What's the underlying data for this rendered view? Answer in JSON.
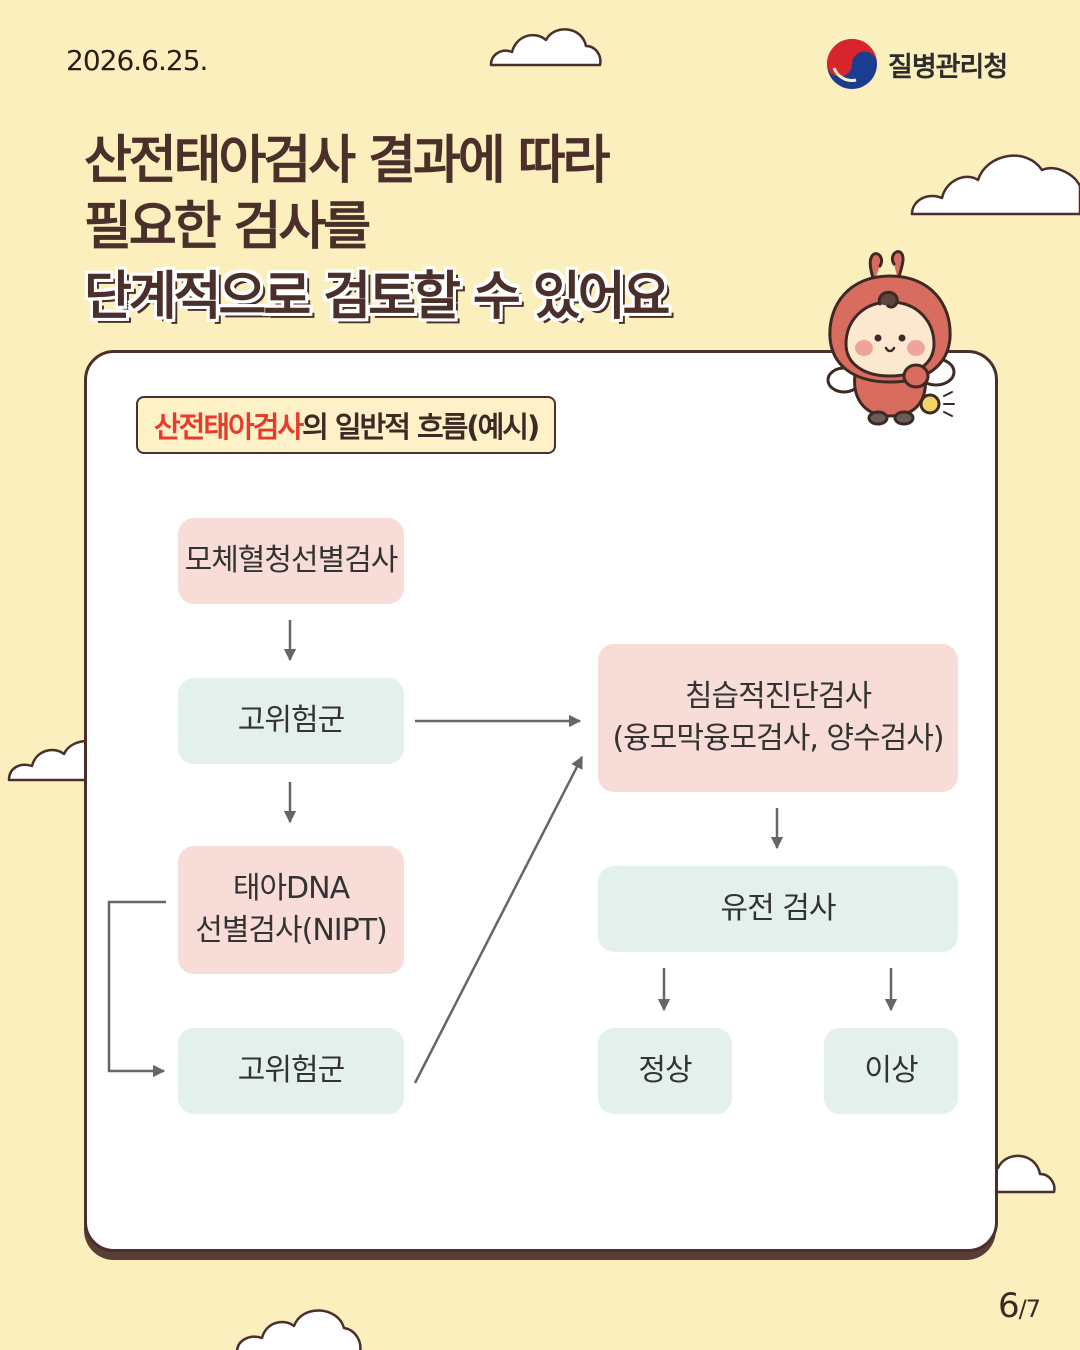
{
  "header": {
    "date": "2026.6.25.",
    "org_name": "질병관리청",
    "org_logo_icon": "taegeuk-icon"
  },
  "title": {
    "line1": "산전태아검사 결과에 따라",
    "line2": "필요한 검사를",
    "line3": "단계적으로 검토할 수 있어요"
  },
  "diagram": {
    "subtitle_accent": "산전태아검사",
    "subtitle_rest": "의 일반적 흐름(예시)",
    "nodes": {
      "maternal_serum_screening": "모체혈청선별검사",
      "high_risk_1": "고위험군",
      "nipt_line1": "태아DNA",
      "nipt_line2": "선별검사(NIPT)",
      "high_risk_2": "고위험군",
      "invasive_line1": "침습적진단검사",
      "invasive_line2": "(융모막융모검사, 양수검사)",
      "genetic_test": "유전 검사",
      "normal": "정상",
      "abnormal": "이상"
    },
    "colors": {
      "pink_node": "#f7dcd8",
      "mint_node": "#e4f0ec",
      "accent": "#e83b2b"
    }
  },
  "pagination": {
    "current": "6",
    "total": "/7"
  }
}
